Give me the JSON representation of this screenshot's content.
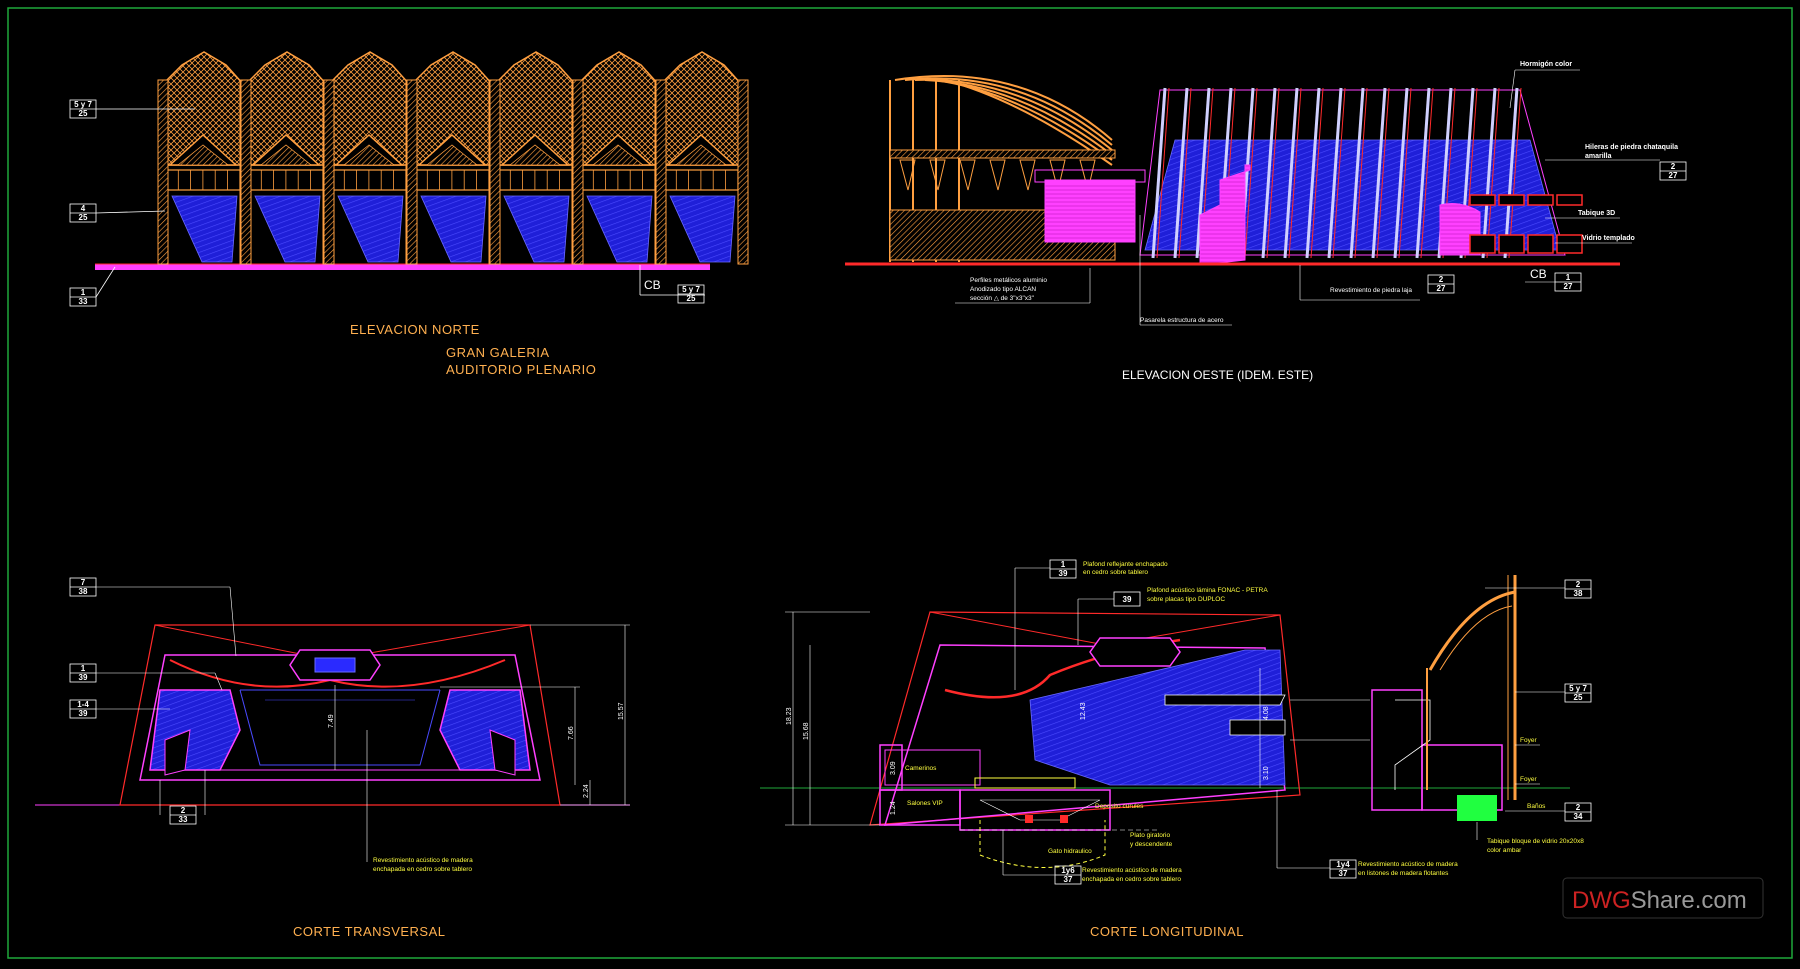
{
  "titles": {
    "elevacion_norte": "ELEVACION NORTE",
    "gran_galeria": "GRAN GALERIA",
    "auditorio_plenario": "AUDITORIO PLENARIO",
    "elevacion_oeste": "ELEVACION OESTE (IDEM. ESTE)",
    "corte_transversal": "CORTE  TRANSVERSAL",
    "corte_longitudinal": "CORTE  LONGITUDINAL"
  },
  "tags": {
    "n1_top": "5 y 7",
    "n1_bot": "25",
    "n2_top": "4",
    "n2_bot": "25",
    "n3_top": "1",
    "n3_bot": "33",
    "n4_top": "5 y 7",
    "n4_bot": "25",
    "o1_top": "2",
    "o1_bot": "27",
    "o2_top": "2",
    "o2_bot": "27",
    "o3_top": "1",
    "o3_bot": "27",
    "t1_top": "7",
    "t1_bot": "38",
    "t2_top": "1",
    "t2_bot": "39",
    "t3_top": "1-4",
    "t3_bot": "39",
    "t4_top": "2",
    "t4_bot": "33",
    "l1_top": "1",
    "l1_bot": "39",
    "l2": "39",
    "l3_top": "2",
    "l3_bot": "38",
    "l4_top": "5 y 7",
    "l4_bot": "25",
    "l5_top": "2",
    "l5_bot": "34",
    "l6_top": "1y6",
    "l6_bot": "37",
    "l7_top": "1y4",
    "l7_bot": "37"
  },
  "cb": "CB",
  "notes_oeste": {
    "hormigon": "Hormigón color",
    "hileras1": "Hileras de piedra chataquila",
    "hileras2": "amarilla",
    "tabique": "Tabique 3D",
    "vidrio": "Vidrio templado",
    "perfiles1": "Perfiles metálicos aluminio",
    "perfiles2": "Anodizado tipo ALCAN",
    "perfiles3": "sección △ de 3\"x3\"x3\"",
    "pasarela": "Pasarela estructura de acero",
    "revest_piedra": "Revestimiento de piedra laja"
  },
  "notes_transversal": {
    "revest1": "Revestimiento acústico de madera",
    "revest2": "enchapada en cedro sobre tablero"
  },
  "notes_longitudinal": {
    "plafond1a": "Plafond reflejante enchapado",
    "plafond1b": "en cedro sobre tablero",
    "plafond2a": "Plafond acústico lámina FONAC - PETRA",
    "plafond2b": "sobre placas tipo DUPLOC",
    "camerinos": "Camerinos",
    "salones": "Salones VIP",
    "deposito": "Deposito curules",
    "plato1": "Plato giratorio",
    "plato2": "y descendente",
    "gato": "Gato hidraulico",
    "revest_a1": "Revestimiento acústico de madera",
    "revest_a2": "enchapada en cedro sobre tablero",
    "revest_b1": "Revestimiento acústico de madera",
    "revest_b2": "en listones de madera flotantes",
    "foyer1": "Foyer",
    "foyer2": "Foyer",
    "banos": "Baños",
    "tabique1": "Tabique bloque de vidrio 20x20x8",
    "tabique2": "color ambar"
  },
  "dims": {
    "t_h1": "7.49",
    "t_h2": "7.66",
    "t_h3": "15.57",
    "t_h4": "2.24",
    "l_h1": "18.23",
    "l_h2": "15.68",
    "l_h3": "1.24",
    "l_h4": "3.09",
    "l_h5": "3.10",
    "l_h6": "4.08",
    "l_h7": "12.43"
  },
  "watermark": {
    "part1": "DWG",
    "part2": "Share.com"
  },
  "colors": {
    "frame": "#1fa83a",
    "orange": "#ff9f40",
    "blue": "#2a2aff",
    "magenta": "#ff40ff",
    "red": "#ff2a2a"
  }
}
